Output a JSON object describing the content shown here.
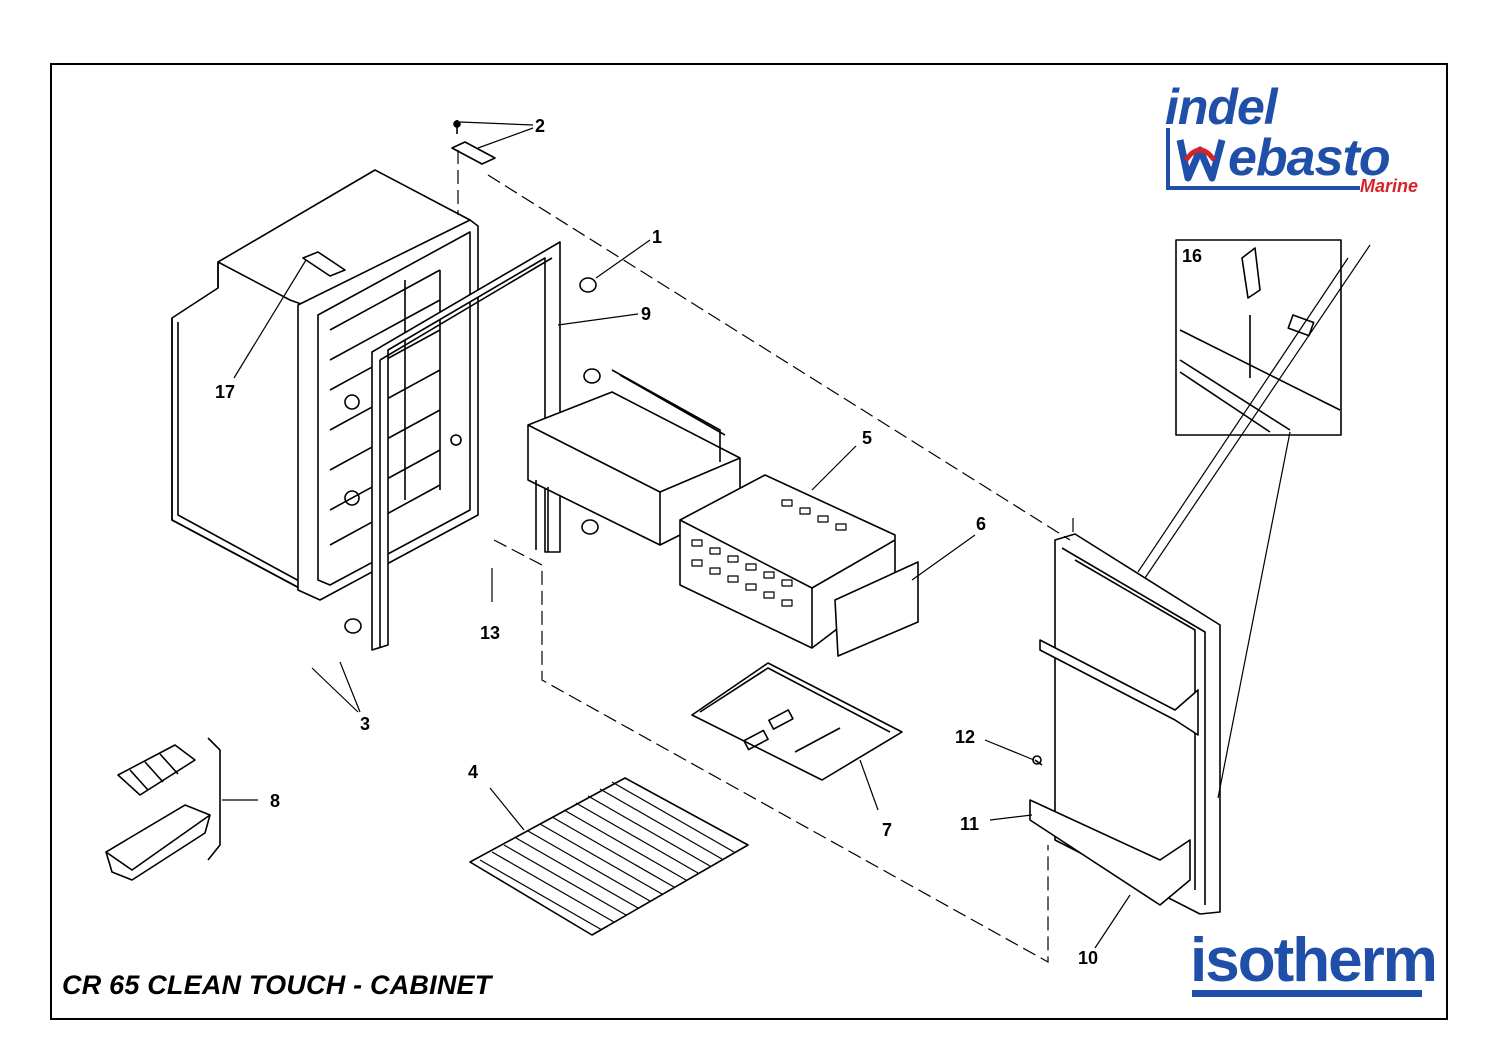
{
  "title": "CR 65 CLEAN TOUCH - CABINET",
  "logos": {
    "indel": "indel",
    "webasto": "ebasto",
    "marine": "Marine",
    "isotherm": "isotherm",
    "brand_blue": "#1f4fa8",
    "brand_red": "#d8222a"
  },
  "callouts": [
    "1",
    "2",
    "3",
    "4",
    "5",
    "6",
    "7",
    "8",
    "9",
    "10",
    "11",
    "12",
    "13",
    "16",
    "17"
  ]
}
